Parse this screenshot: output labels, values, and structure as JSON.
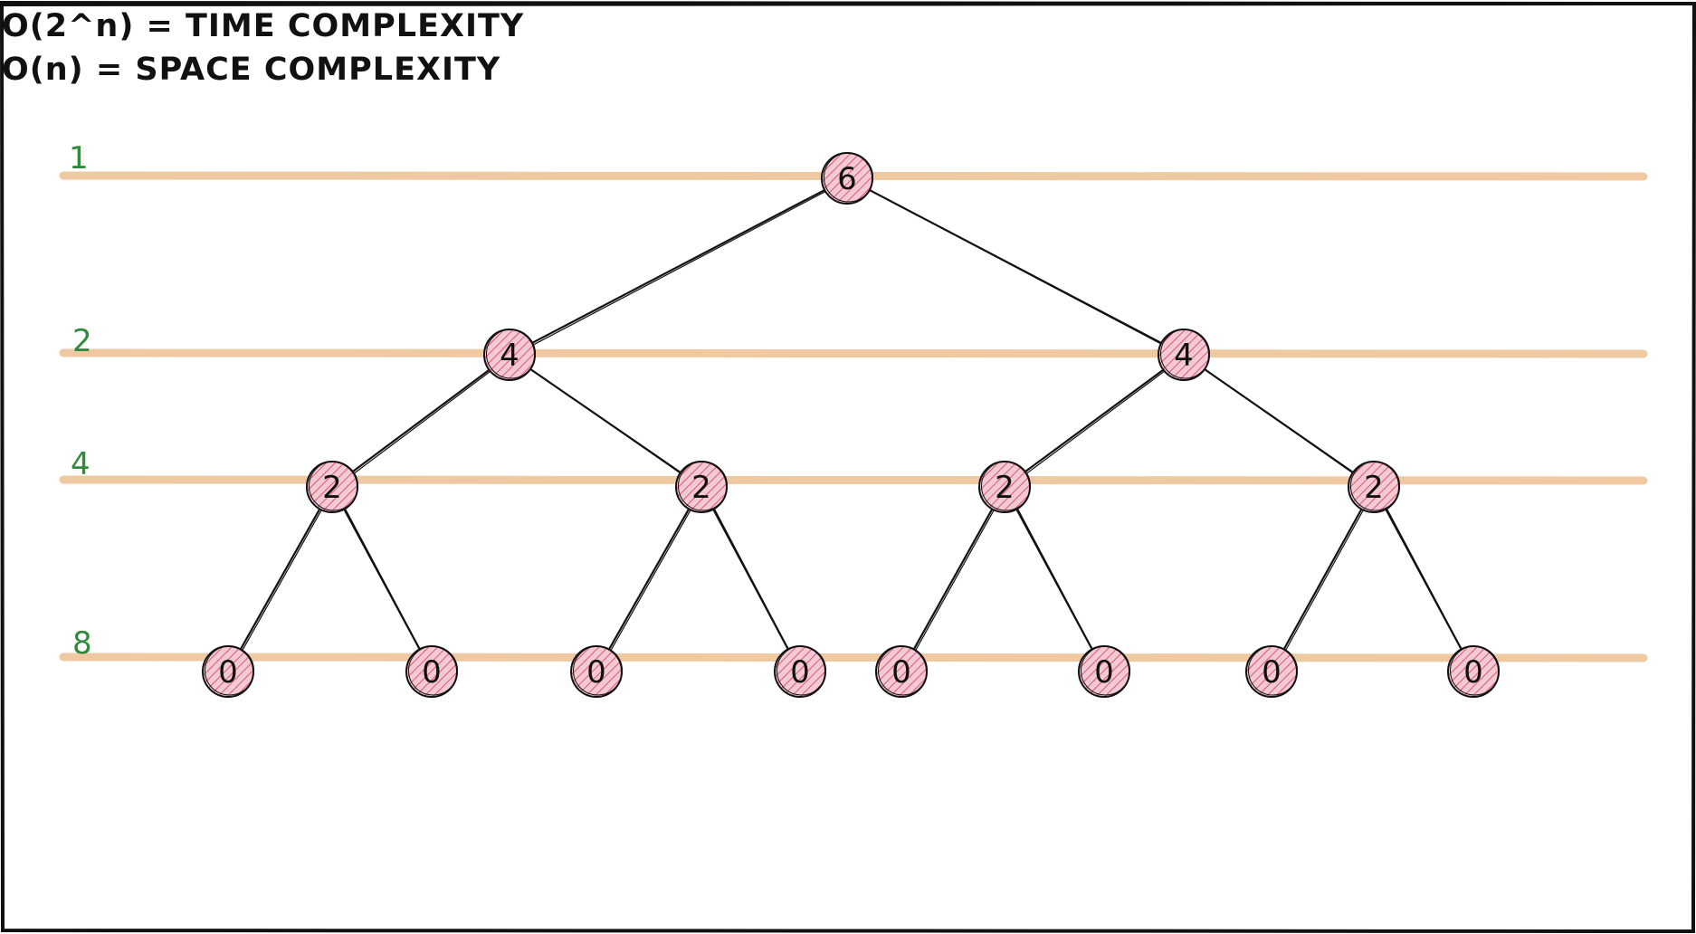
{
  "header": {
    "time_complexity": "O(2^n) = TIME COMPLEXITY",
    "space_complexity": "O(n) = SPACE COMPLEXITY"
  },
  "colors": {
    "level_line": "#efc9a2",
    "level_label": "#2f8a3a",
    "node_fill": "#f3c9d2",
    "node_hatch": "#e0557a",
    "edge": "#111111",
    "frame": "#111111"
  },
  "levels": [
    {
      "id": "l0",
      "count_label": "1"
    },
    {
      "id": "l1",
      "count_label": "2"
    },
    {
      "id": "l2",
      "count_label": "4"
    },
    {
      "id": "l3",
      "count_label": "8"
    }
  ],
  "tree": {
    "nodes": [
      {
        "id": "n0",
        "label": "6",
        "level": 0
      },
      {
        "id": "n1",
        "label": "4",
        "level": 1,
        "parent": "n0"
      },
      {
        "id": "n2",
        "label": "4",
        "level": 1,
        "parent": "n0"
      },
      {
        "id": "n3",
        "label": "2",
        "level": 2,
        "parent": "n1"
      },
      {
        "id": "n4",
        "label": "2",
        "level": 2,
        "parent": "n1"
      },
      {
        "id": "n5",
        "label": "2",
        "level": 2,
        "parent": "n2"
      },
      {
        "id": "n6",
        "label": "2",
        "level": 2,
        "parent": "n2"
      },
      {
        "id": "n7",
        "label": "0",
        "level": 3,
        "parent": "n3"
      },
      {
        "id": "n8",
        "label": "0",
        "level": 3,
        "parent": "n3"
      },
      {
        "id": "n9",
        "label": "0",
        "level": 3,
        "parent": "n4"
      },
      {
        "id": "n10",
        "label": "0",
        "level": 3,
        "parent": "n4"
      },
      {
        "id": "n11",
        "label": "0",
        "level": 3,
        "parent": "n5"
      },
      {
        "id": "n12",
        "label": "0",
        "level": 3,
        "parent": "n5"
      },
      {
        "id": "n13",
        "label": "0",
        "level": 3,
        "parent": "n6"
      },
      {
        "id": "n14",
        "label": "0",
        "level": 3,
        "parent": "n6"
      }
    ]
  }
}
